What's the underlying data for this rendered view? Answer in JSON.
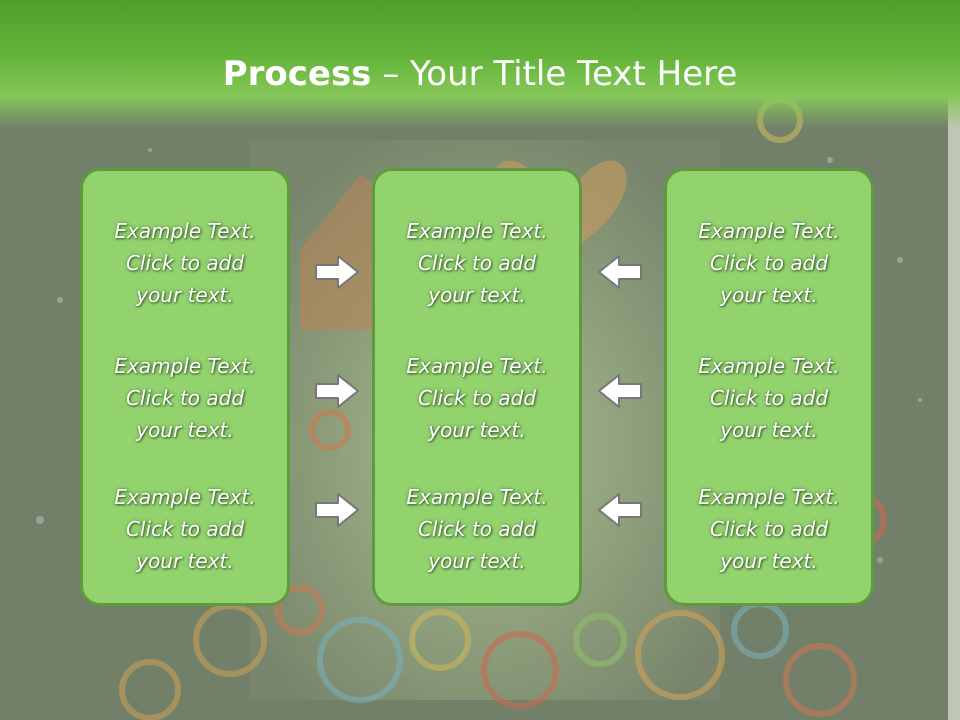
{
  "title": {
    "bold": "Process",
    "rest": " – Your Title Text Here"
  },
  "columns": [
    {
      "entries": [
        {
          "l1": "Example Text.",
          "l2": "Click  to add",
          "l3": "your text."
        },
        {
          "l1": "Example Text.",
          "l2": "Click  to add",
          "l3": "your text."
        },
        {
          "l1": "Example Text.",
          "l2": "Click  to add",
          "l3": "your text."
        }
      ]
    },
    {
      "entries": [
        {
          "l1": "Example Text.",
          "l2": "Click  to add",
          "l3": "your text."
        },
        {
          "l1": "Example Text.",
          "l2": "Click  to add",
          "l3": "your text."
        },
        {
          "l1": "Example Text.",
          "l2": "Click  to add",
          "l3": "your text."
        }
      ]
    },
    {
      "entries": [
        {
          "l1": "Example Text.",
          "l2": "Click  to add",
          "l3": "your text."
        },
        {
          "l1": "Example Text.",
          "l2": "Click  to add",
          "l3": "your text."
        },
        {
          "l1": "Example Text.",
          "l2": "Click  to add",
          "l3": "your text."
        }
      ]
    }
  ],
  "arrows": {
    "left_group": "right-arrow-icon",
    "right_group": "left-arrow-icon"
  },
  "colors": {
    "header": "#64b43a",
    "box_fill": "#92d36e",
    "box_border": "#5f9a3e",
    "arrow_fill": "#ffffff",
    "arrow_stroke": "#777777"
  }
}
